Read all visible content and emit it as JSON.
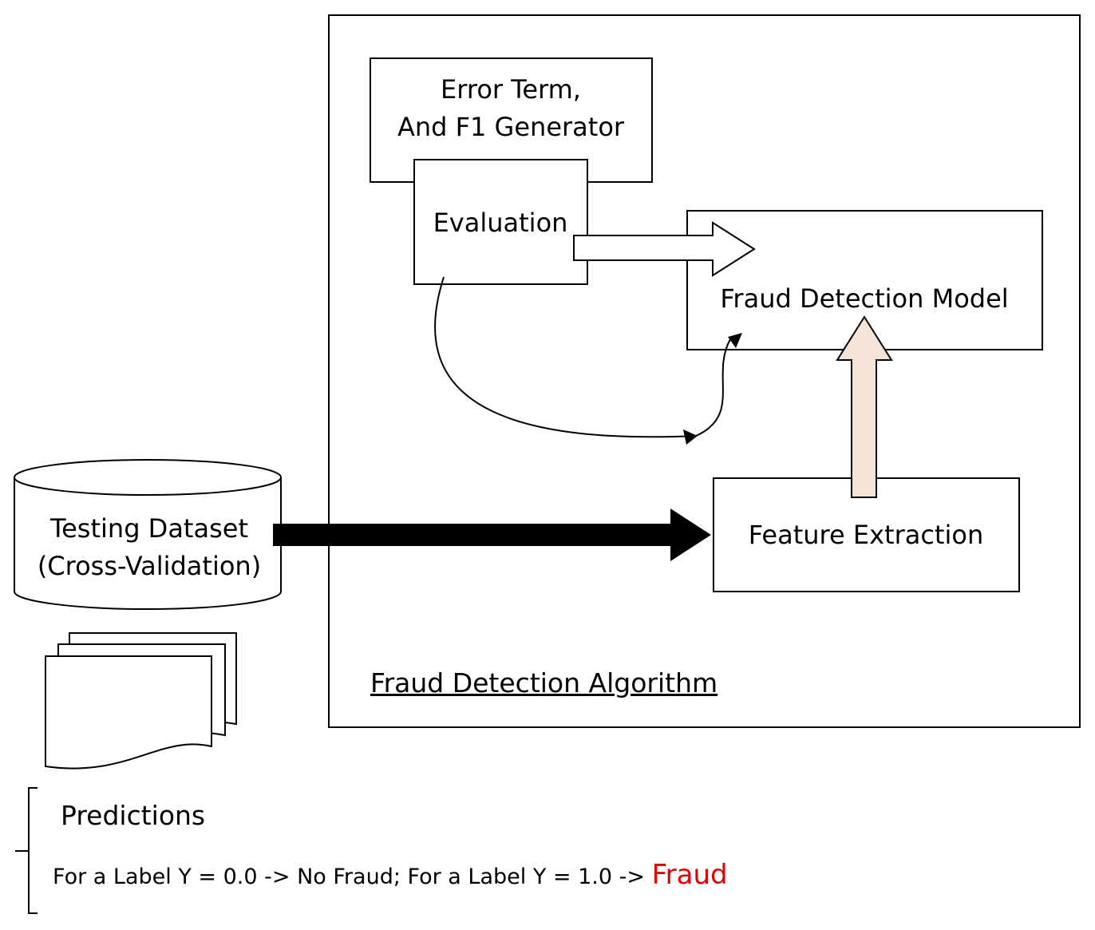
{
  "nodes": {
    "error_term": {
      "line1": "Error Term,",
      "line2": "And F1 Generator"
    },
    "evaluation": "Evaluation",
    "fraud_model": "Fraud Detection Model",
    "feature_extraction": "Feature Extraction",
    "dataset": {
      "line1": "Testing Dataset",
      "line2": "(Cross-Validation)"
    },
    "algorithm_container": "Fraud Detection Algorithm"
  },
  "legend": {
    "title": "Predictions",
    "rule_text": "For a Label Y = 0.0 -> No Fraud; For a Label Y = 1.0 -> ",
    "fraud_word": "Fraud",
    "fraud_color": "#e00000"
  },
  "colors": {
    "upward_arrow_fill": "#f4e4d8",
    "line": "#000000"
  }
}
